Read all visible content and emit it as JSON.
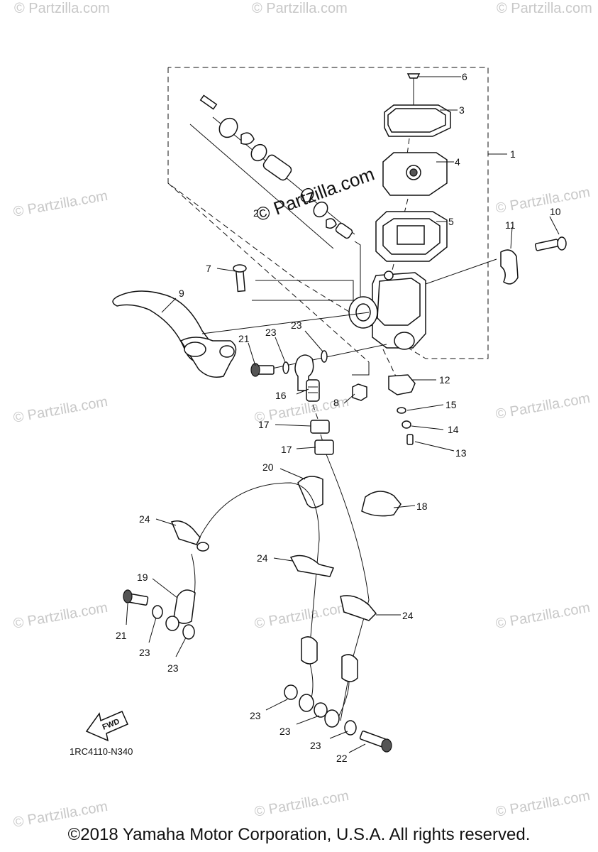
{
  "diagram_code": "1RC4110-N340",
  "copyright": "©2018 Yamaha Motor Corporation, U.S.A. All rights reserved.",
  "center_watermark": "© Partzilla.com",
  "watermark_text": "© Partzilla.com",
  "fwd_label": "FWD",
  "callouts": {
    "c1": "1",
    "c2": "2",
    "c3": "3",
    "c4": "4",
    "c5": "5",
    "c6": "6",
    "c7": "7",
    "c8": "8",
    "c9": "9",
    "c10": "10",
    "c11": "11",
    "c12": "12",
    "c13": "13",
    "c14": "14",
    "c15": "15",
    "c16": "16",
    "c17a": "17",
    "c17b": "17",
    "c18": "18",
    "c19": "19",
    "c20": "20",
    "c21a": "21",
    "c21b": "21",
    "c22": "22",
    "c23a": "23",
    "c23b": "23",
    "c23c": "23",
    "c23d": "23",
    "c23e": "23",
    "c23f": "23",
    "c23g": "23",
    "c23h": "23",
    "c24a": "24",
    "c24b": "24",
    "c24c": "24"
  }
}
